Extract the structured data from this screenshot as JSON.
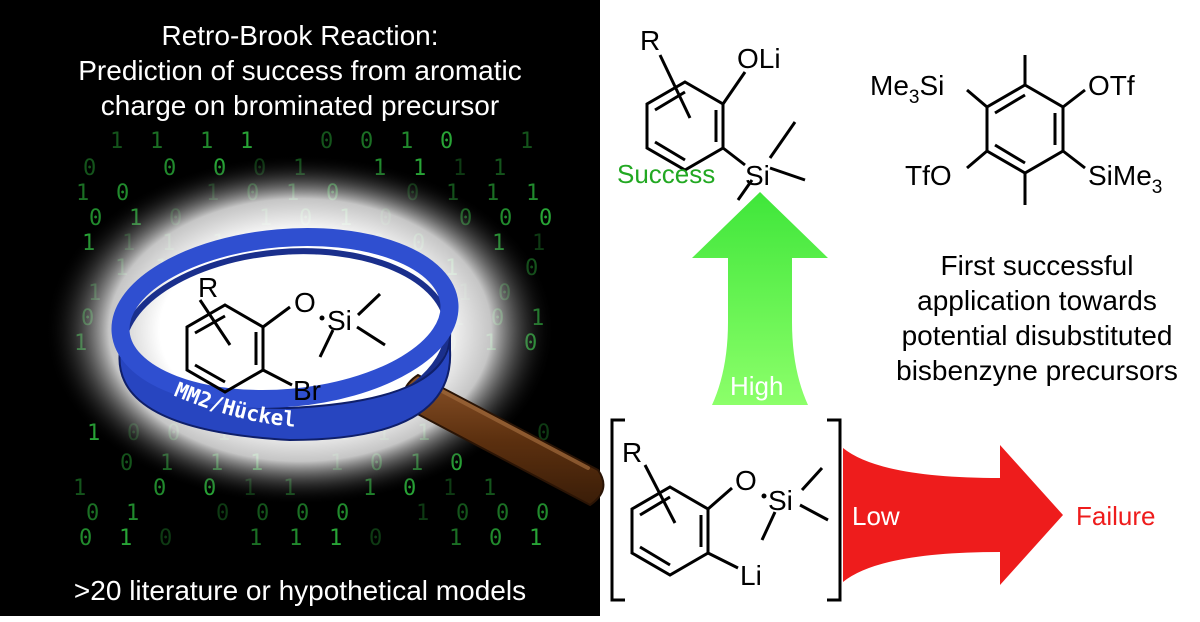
{
  "left_panel": {
    "title_lines": [
      "Retro-Brook Reaction:",
      "Prediction of success from aromatic",
      "charge on brominated precursor"
    ],
    "footer": ">20 literature or hypothetical models",
    "ring_label": "MM2/Hückel",
    "binary_digits": "0101101110010111010011100110101001011010110010011",
    "background_color": "#000000",
    "digit_color": "#2fbf3f",
    "ring_color": "#1f3fb0",
    "handle_color": "#6b3a1a"
  },
  "precursor": {
    "substituent": "R",
    "oxygen": "O",
    "silicon": "Si",
    "halogen": "Br"
  },
  "success_product": {
    "substituent": "R",
    "alkoxide": "OLi",
    "silicon": "Si",
    "label": "Success",
    "label_color": "#22a822"
  },
  "high_arrow": {
    "label": "High",
    "color": "#66ee44"
  },
  "intermediate": {
    "substituent": "R",
    "oxygen": "O",
    "silicon": "Si",
    "metal": "Li"
  },
  "low_arrow": {
    "label": "Low",
    "color": "#ee1c1c"
  },
  "failure": {
    "label": "Failure",
    "color": "#ee1c1c"
  },
  "bisbenzyne": {
    "tms_left": "Me",
    "tms_left_sub": "3",
    "tms_left_si": "Si",
    "otf_right": "OTf",
    "otf_left": "TfO",
    "tms_right": "SiMe",
    "tms_right_sub": "3"
  },
  "caption": {
    "lines": [
      "First successful",
      "application towards",
      "potential disubstituted",
      "bisbenzyne precursors"
    ]
  }
}
